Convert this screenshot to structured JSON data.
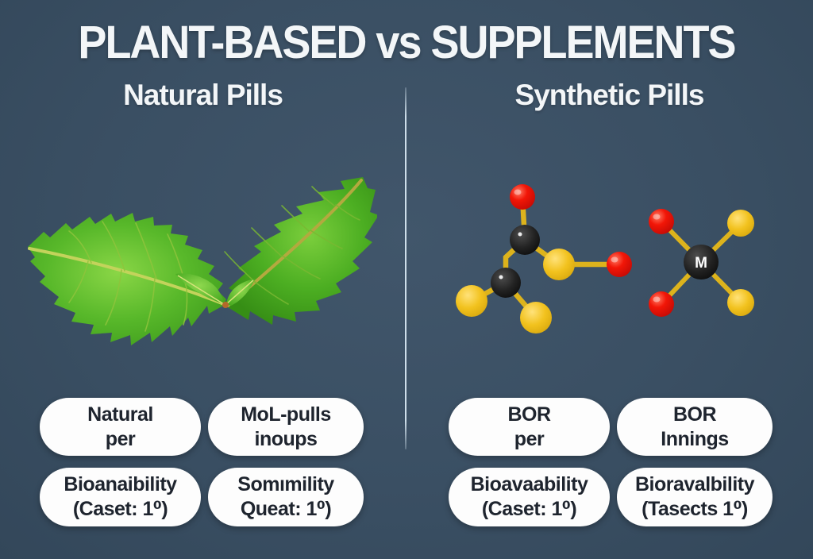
{
  "title": "PLANT-BASED vs SUPPLEMENTS",
  "columns": {
    "left": {
      "header": "Natural Pills",
      "illustration": "mint-leaves",
      "pills": [
        {
          "line1": "Natural",
          "line2": "per"
        },
        {
          "line1": "MoL-pulls",
          "line2": "inoups"
        },
        {
          "line1": "Bioanaibility",
          "line2": "(Caset: 1⁰)"
        },
        {
          "line1": "Somımility",
          "line2": "Queat: 1⁰)"
        }
      ]
    },
    "right": {
      "header": "Synthetic Pills",
      "illustration": "ball-and-stick-molecules",
      "molecule_center_label": "M",
      "pills": [
        {
          "line1": "BOR",
          "line2": "per"
        },
        {
          "line1": "BOR",
          "line2": "Innings"
        },
        {
          "line1": "Bioavaability",
          "line2": "(Caset: 1⁰)"
        },
        {
          "line1": "Bioravalbility",
          "line2": "(Tasects 1⁰)"
        }
      ]
    }
  },
  "colors": {
    "background": "#3a4f63",
    "title_text": "#f3f6f8",
    "divider": "#d6e6f1",
    "pill_background": "#fdfdfd",
    "pill_text": "#1e242e",
    "leaf_green": "#58b82a",
    "leaf_vein": "#c3d35b",
    "bond_yellow": "#ddb31c",
    "atom_red": "#f21607",
    "atom_yellow": "#f2c21e",
    "atom_black": "#222222"
  }
}
